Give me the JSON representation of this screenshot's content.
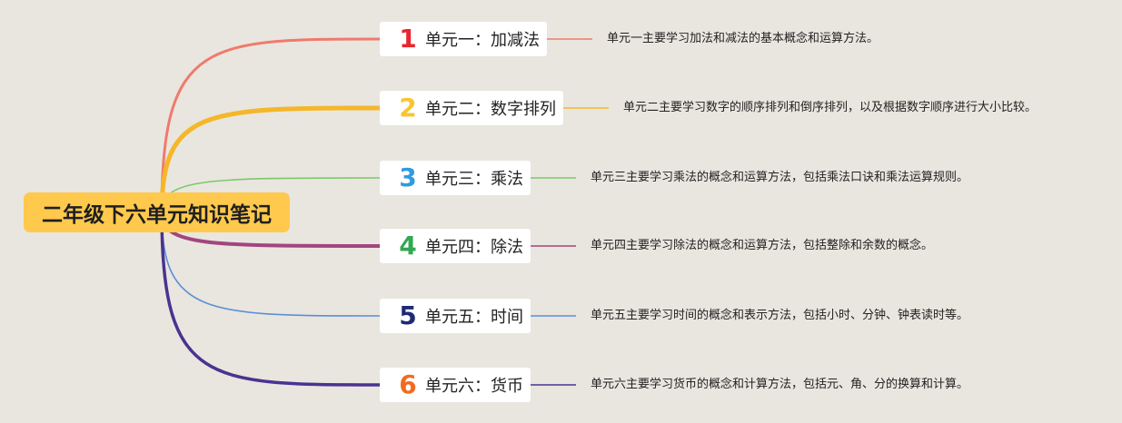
{
  "title": "二年级下六单元知识笔记",
  "units": [
    {
      "number": "1",
      "label": "单元一：加减法",
      "color": "#e8262f",
      "line_color": "#f07a6d",
      "description": "单元一主要学习加法和减法的基本概念和运算方法。"
    },
    {
      "number": "2",
      "label": "单元二：数字排列",
      "color": "#f7c62f",
      "line_color": "#f5b72a",
      "description": "单元二主要学习数字的顺序排列和倒序排列，以及根据数字顺序进行大小比较。"
    },
    {
      "number": "3",
      "label": "单元三：乘法",
      "color": "#2f9be0",
      "line_color": "#7cc96a",
      "description": "单元三主要学习乘法的概念和运算方法，包括乘法口诀和乘法运算规则。"
    },
    {
      "number": "4",
      "label": "单元四：除法",
      "color": "#33a852",
      "line_color": "#a2457f",
      "description": "单元四主要学习除法的概念和运算方法，包括整除和余数的概念。"
    },
    {
      "number": "5",
      "label": "单元五：时间",
      "color": "#1e2a78",
      "line_color": "#5b8fd6",
      "description": "单元五主要学习时间的概念和表示方法，包括小时、分钟、钟表读时等。"
    },
    {
      "number": "6",
      "label": "单元六：货币",
      "color": "#f26b1d",
      "line_color": "#4a3390",
      "description": "单元六主要学习货币的概念和计算方法，包括元、角、分的换算和计算。"
    }
  ]
}
